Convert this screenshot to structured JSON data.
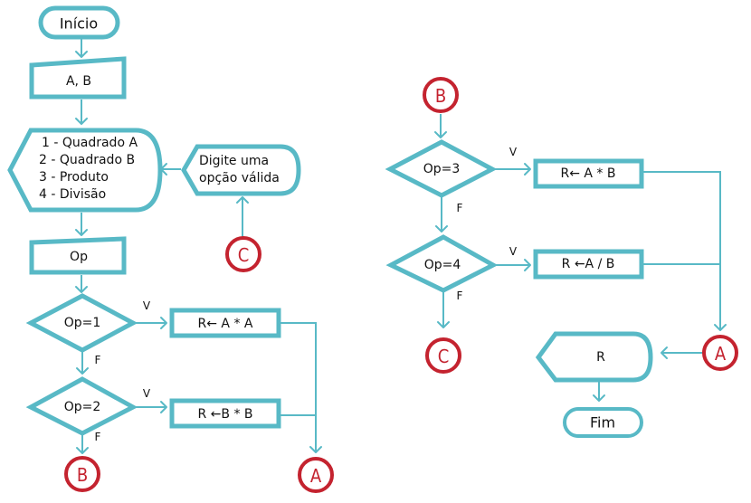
{
  "colors": {
    "shape_stroke": "#58b9c6",
    "connector": "#c4232f",
    "text": "#111111"
  },
  "nodes": {
    "start": "Início",
    "input_ab": "A, B",
    "menu": {
      "lines": [
        "1 - Quadrado A",
        "2 - Quadrado B",
        "3 - Produto",
        "4 - Divisão"
      ]
    },
    "invalid_msg": {
      "lines": [
        "Digite uma",
        "opção válida"
      ]
    },
    "input_op": "Op",
    "dec_op1": "Op=1",
    "dec_op2": "Op=2",
    "dec_op3": "Op=3",
    "dec_op4": "Op=4",
    "proc_a_sq": "R← A * A",
    "proc_b_sq": "R ←B * B",
    "proc_prod": "R← A * B",
    "proc_div": "R ←A / B",
    "output_r": "R",
    "end": "Fim"
  },
  "connectors": {
    "c_left": "C",
    "b_bottom": "B",
    "a_bottom": "A",
    "b_top": "B",
    "c_bottom": "C",
    "a_right": "A"
  },
  "branch_labels": {
    "true": "V",
    "false": "F"
  }
}
